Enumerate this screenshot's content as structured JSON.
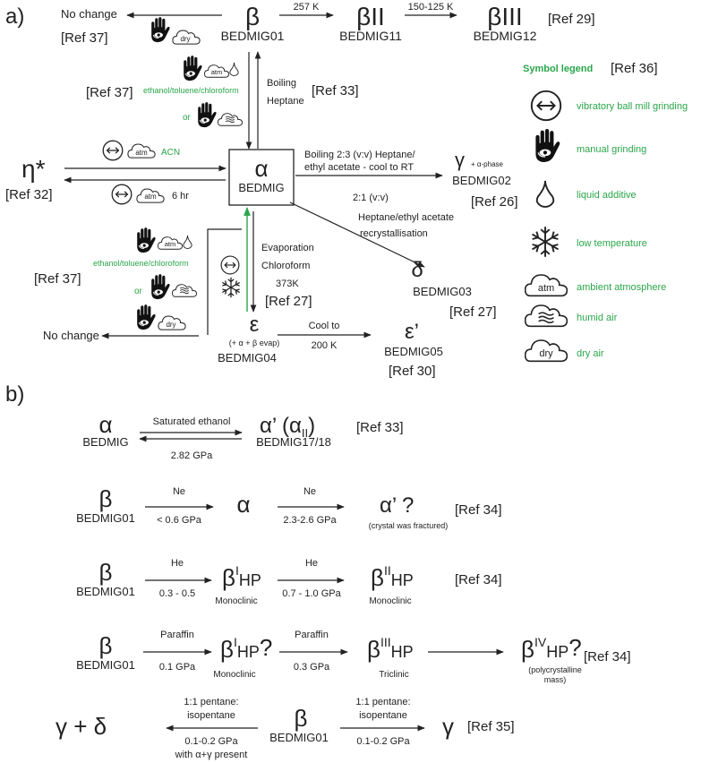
{
  "panel_labels": {
    "a": "a)",
    "b": "b)"
  },
  "a": {
    "beta": {
      "sym": "β",
      "code": "BEDMIG01"
    },
    "beta2": {
      "sym": "βII",
      "code": "BEDMIG11"
    },
    "beta3": {
      "sym": "βIII",
      "code": "BEDMIG12"
    },
    "t_beta_beta2": "257 K",
    "t_beta2_beta3": "150-125 K",
    "ref29": "[Ref 29]",
    "no_change_top": "No change",
    "ref37_top": "[Ref 37]",
    "dry": "dry",
    "atm": "atm",
    "ref37_mid": "[Ref 37]",
    "solvents_top": "ethanol/toluene/chloroform",
    "or_top": "or",
    "boiling_heptane": [
      "Boiling",
      "Heptane"
    ],
    "ref33": "[Ref 33]",
    "eta": "η*",
    "ref32": "[Ref 32]",
    "acn": "ACN",
    "six_hr": "6 hr",
    "alpha": {
      "sym": "α",
      "code": "BEDMIG"
    },
    "boiling_ha": [
      "Boiling 2:3 (v:v) Heptane/",
      "ethyl acetate - cool to RT"
    ],
    "gamma": {
      "sym": "γ",
      "note": "+ α-phase",
      "code": "BEDMIG02"
    },
    "ref26": "[Ref 26]",
    "recryst": [
      "2:1 (v:v)",
      "Heptane/ethyl acetate",
      "recrystallisation"
    ],
    "delta": {
      "sym": "δ",
      "code": "BEDMIG03"
    },
    "ref27_right": "[Ref 27]",
    "ref37_bot": "[Ref 37]",
    "solvents_bot": "ethanol/toluene/chloroform",
    "or_bot": "or",
    "evap": [
      "Evaporation",
      "Chloroform",
      "373K"
    ],
    "ref27_mid": "[Ref 27]",
    "no_change_bot": "No change",
    "epsilon": {
      "sym": "ε",
      "note": "(+ α + β evap)",
      "code": "BEDMIG04"
    },
    "cool_to": [
      "Cool to",
      "200 K"
    ],
    "epsilon2": {
      "sym": "ε’",
      "code": "BEDMIG05"
    },
    "ref30": "[Ref 30]"
  },
  "legend": {
    "title": "Symbol legend",
    "ref": "[Ref 36]",
    "items": [
      {
        "label": "vibratory ball mill grinding",
        "icon": "ball-mill-icon"
      },
      {
        "label": "manual grinding",
        "icon": "hand-grinding-icon"
      },
      {
        "label": "liquid additive",
        "icon": "droplet-icon"
      },
      {
        "label": "low temperature",
        "icon": "snowflake-icon"
      },
      {
        "label": "ambient atmosphere",
        "icon": "atm-cloud-icon"
      },
      {
        "label": "humid air",
        "icon": "humid-cloud-icon"
      },
      {
        "label": "dry air",
        "icon": "dry-cloud-icon"
      }
    ]
  },
  "b": {
    "r1": {
      "a": "α",
      "a_code": "BEDMIG",
      "top": "Saturated ethanol",
      "bot": "2.82 GPa",
      "b": "α’ (α",
      "b_sub": "II",
      "b_close": ")",
      "b_code": "BEDMIG17/18",
      "ref": "[Ref 33]"
    },
    "r2": {
      "a": "β",
      "a_code": "BEDMIG01",
      "t1": "Ne",
      "b1": "< 0.6 GPa",
      "m": "α",
      "t2": "Ne",
      "b2": "2.3-2.6 GPa",
      "c": "α’ ?",
      "c_note": "(crystal was fractured)",
      "ref": "[Ref 34]"
    },
    "r3": {
      "a": "β",
      "a_code": "BEDMIG01",
      "t1": "He",
      "b1": "0.3 - 0.5",
      "m": "β",
      "m_sup": "I",
      "m_sub": "HP",
      "m_note": "Monoclinic",
      "t2": "He",
      "b2": "0.7 - 1.0 GPa",
      "c": "β",
      "c_sup": "II",
      "c_sub": "HP",
      "c_note": "Monoclinic",
      "ref": "[Ref 34]"
    },
    "r4": {
      "a": "β",
      "a_code": "BEDMIG01",
      "t1": "Paraffin",
      "b1": "0.1 GPa",
      "m": "β",
      "m_sup": "I",
      "m_sub": "HP",
      "m_q": "?",
      "m_note": "Monoclinic",
      "t2": "Paraffin",
      "b2": "0.3 GPa",
      "c": "β",
      "c_sup": "III",
      "c_sub": "HP",
      "c_note": "Triclinic",
      "d": "β",
      "d_sup": "IV",
      "d_sub": "HP",
      "d_q": "?",
      "d_note": [
        "(polycrystalline",
        "mass)"
      ],
      "ref": "[Ref 34]"
    },
    "r5": {
      "left": "γ + δ",
      "l_top": [
        "1:1 pentane:",
        "isopentane"
      ],
      "l_bot": [
        "0.1-0.2 GPa",
        "with α+γ present"
      ],
      "mid": "β",
      "mid_code": "BEDMIG01",
      "r_top": [
        "1:1 pentane:",
        "isopentane"
      ],
      "r_bot": "0.1-0.2 GPa",
      "right": "γ",
      "ref": "[Ref 35]"
    }
  }
}
